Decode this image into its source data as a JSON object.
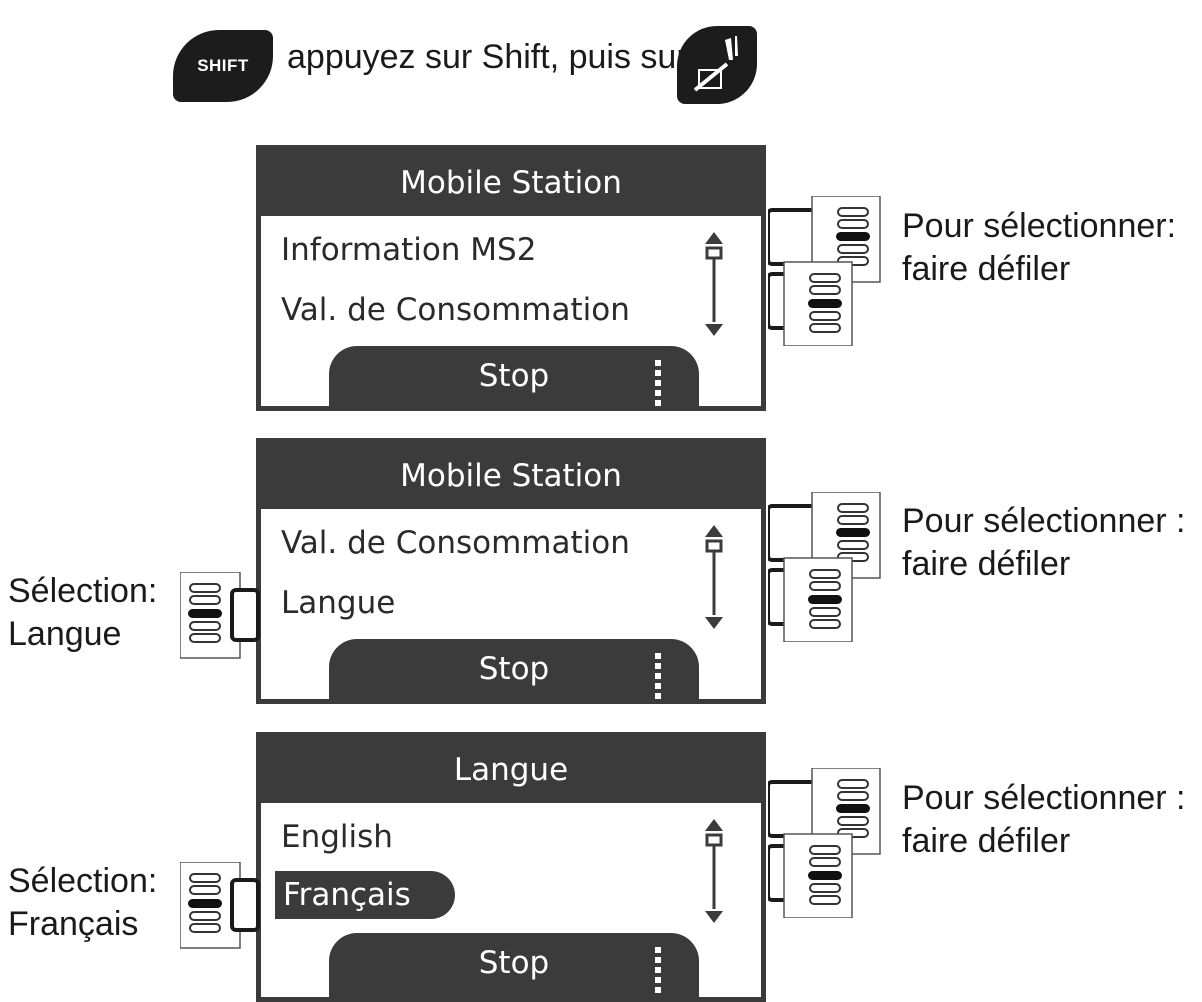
{
  "instruction": {
    "shift_key_label": "SHIFT",
    "text": "appuyez sur Shift, puis sur",
    "tool_key_icon": "wrench-settings-icon"
  },
  "screens": [
    {
      "title": "Mobile Station",
      "row1": "Information MS2",
      "row2": "Val. de Consommation",
      "stop": "Stop",
      "right_line1": "Pour sélectionner:",
      "right_line2": "faire défiler"
    },
    {
      "title": "Mobile Station",
      "row1": "Val. de Consommation",
      "row2": "Langue",
      "stop": "Stop",
      "right_line1": "Pour sélectionner :",
      "right_line2": "faire défiler",
      "left_line1": "Sélection:",
      "left_line2": "Langue"
    },
    {
      "title": "Langue",
      "row1": "English",
      "row2": "Français",
      "stop": "Stop",
      "right_line1": "Pour sélectionner :",
      "right_line2": "faire défiler",
      "left_line1": "Sélection:",
      "left_line2": "Français"
    }
  ],
  "colors": {
    "screen_dark": "#3b3b3b",
    "key_black": "#1c1c1c"
  }
}
